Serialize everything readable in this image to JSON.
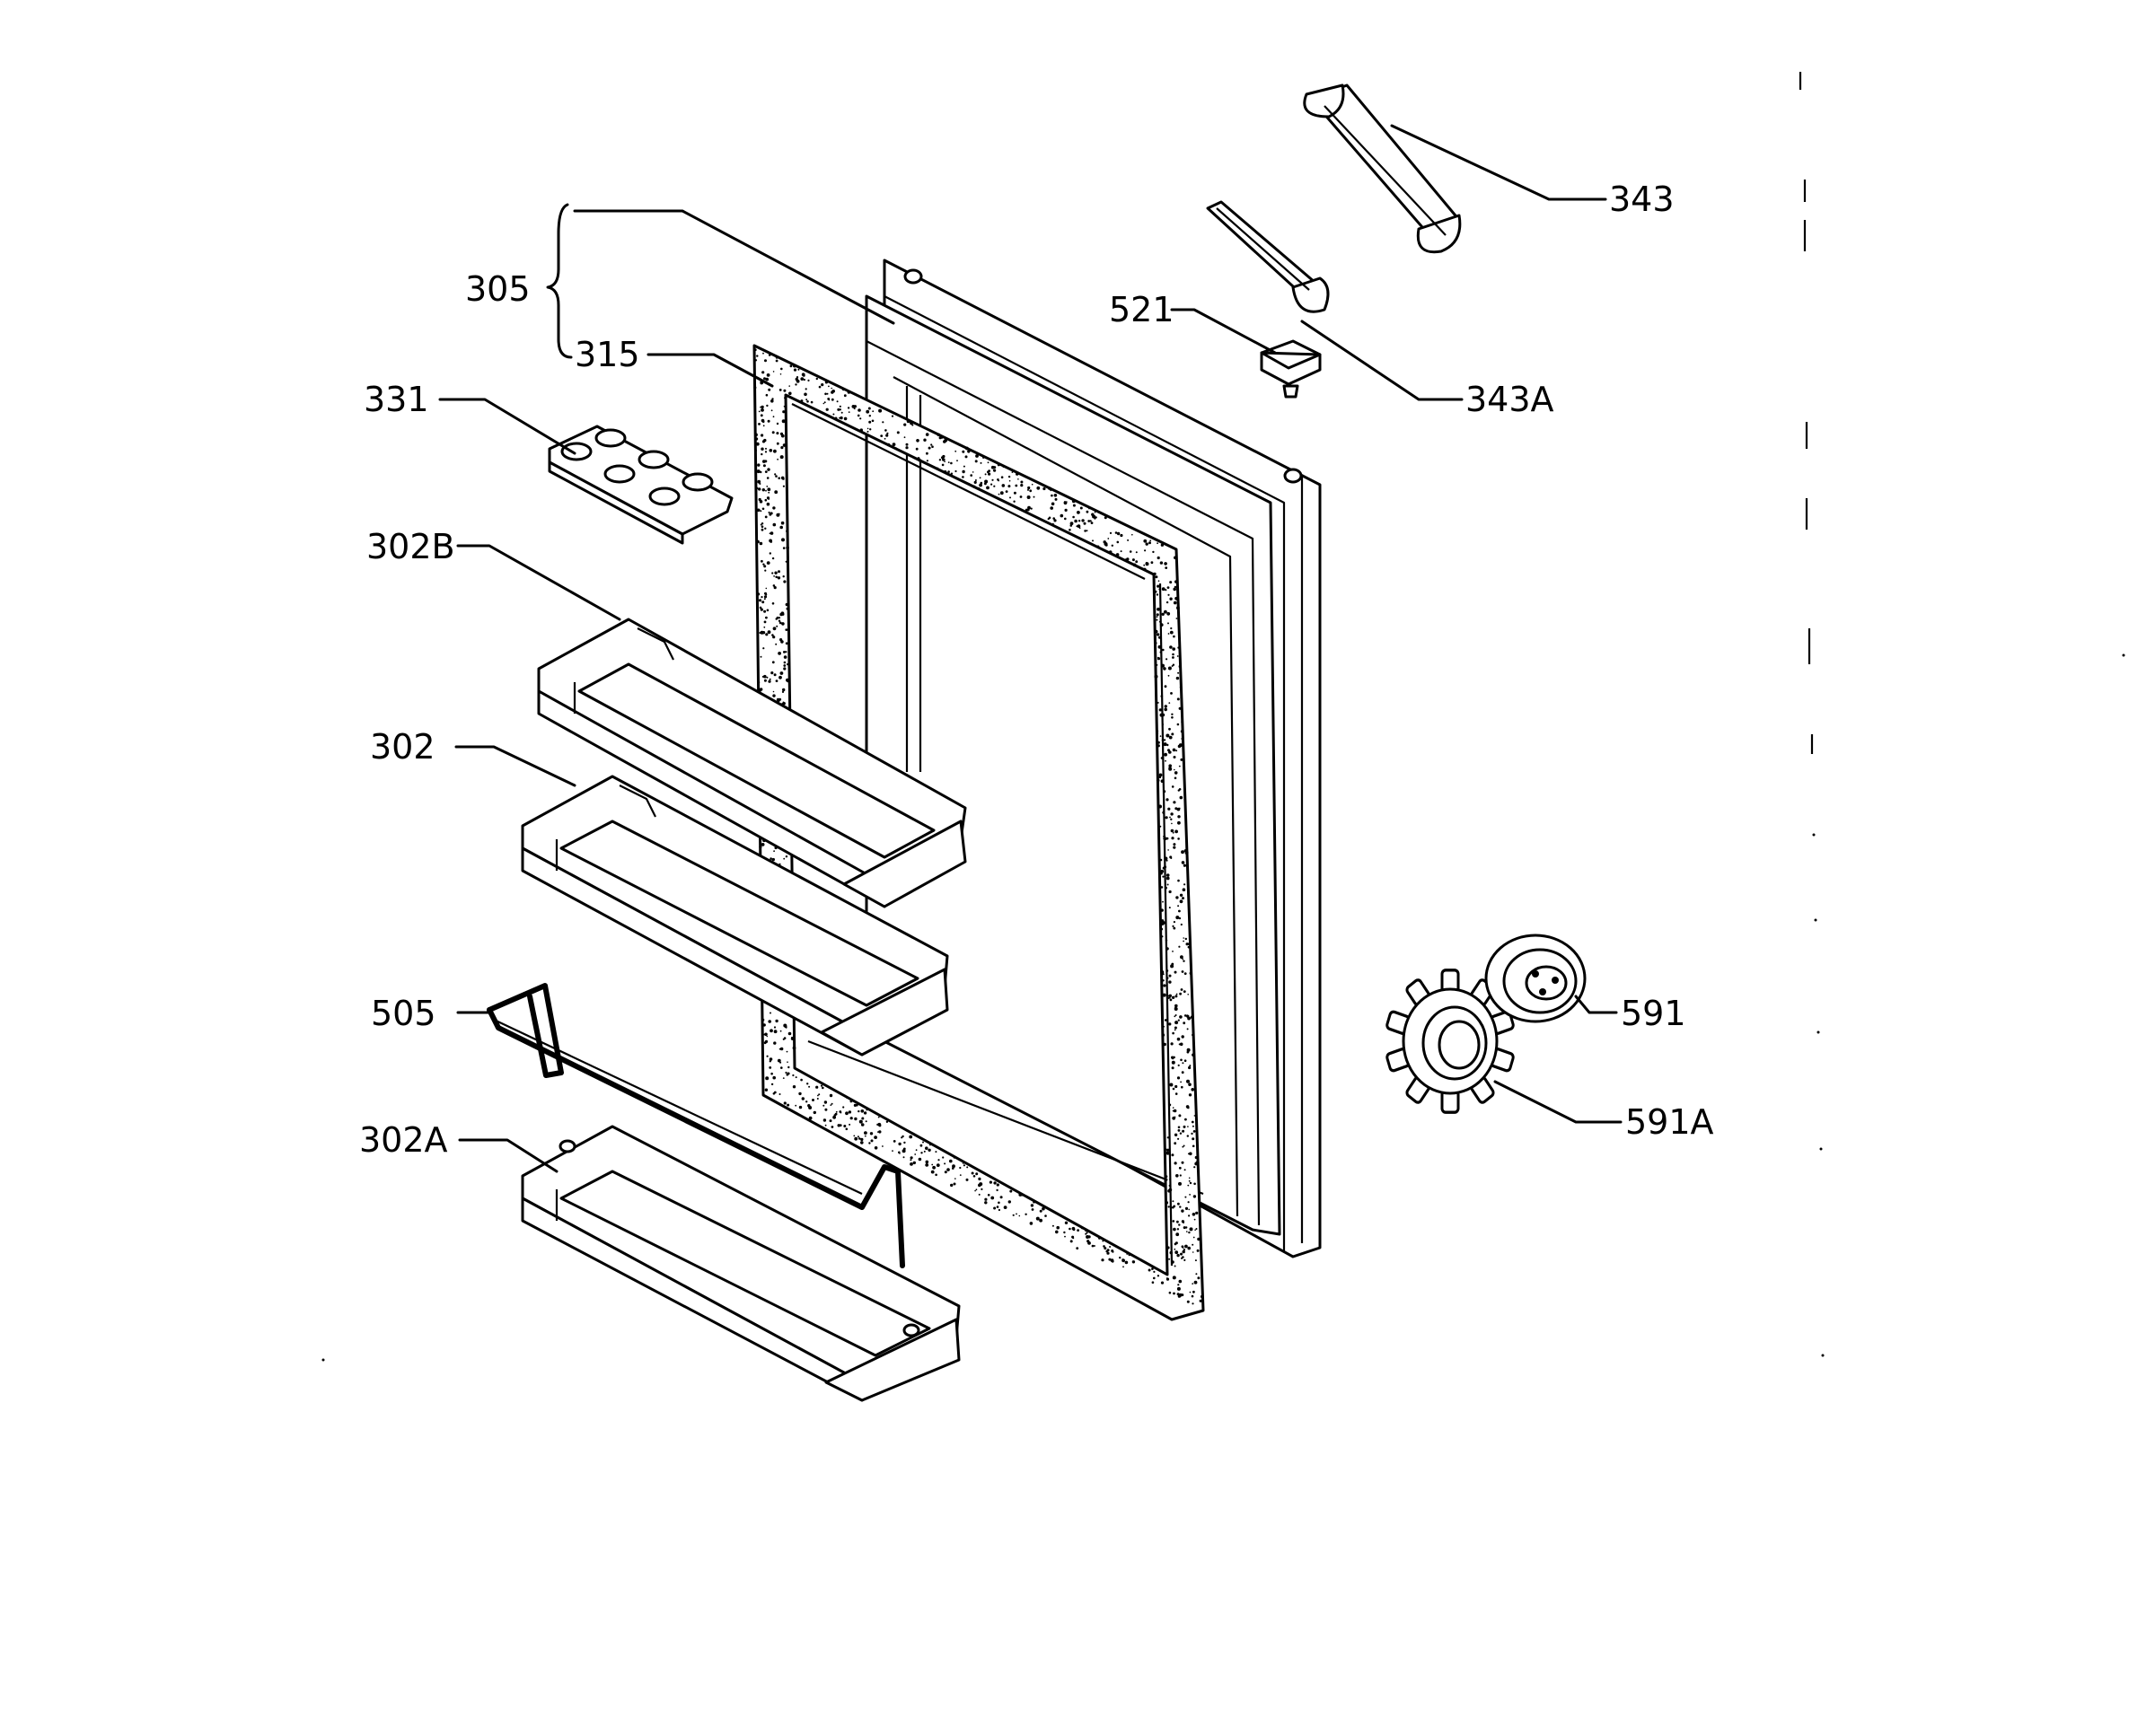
{
  "diagram": {
    "labels": {
      "l305": "305",
      "l315": "315",
      "l331": "331",
      "l302B": "302B",
      "l302": "302",
      "l505": "505",
      "l302A": "302A",
      "l343": "343",
      "l521": "521",
      "l343A": "343A",
      "l591": "591",
      "l591A": "591A"
    }
  }
}
